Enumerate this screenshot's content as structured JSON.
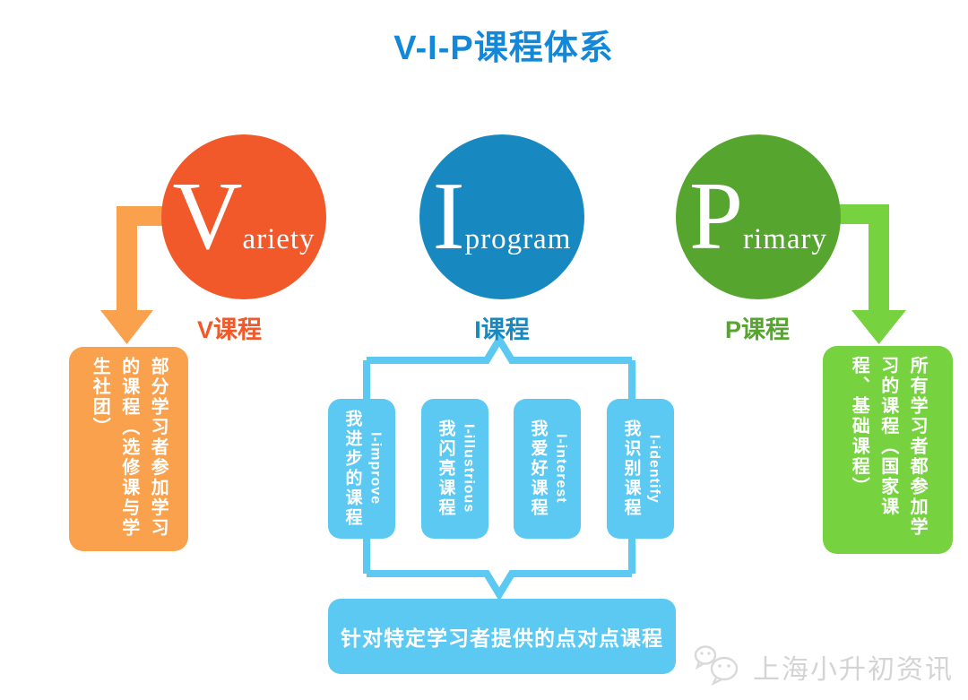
{
  "title": "V-I-P课程体系",
  "colors": {
    "title_blue": "#1488D8",
    "v_circle": "#F1592A",
    "v_accent": "#F9A14C",
    "i_circle": "#1789C0",
    "i_accent": "#5CC9F3",
    "p_circle": "#56A52F",
    "p_accent": "#77D240",
    "watermark_gray": "#D4D4D4"
  },
  "v_branch": {
    "big_letter": "V",
    "letter_rest": "ariety",
    "label": "V课程",
    "box_text": "部分学习者参加学习的课程（选修课与学生社团）"
  },
  "i_branch": {
    "big_letter": "I",
    "letter_rest": "program",
    "label": "I课程",
    "subcourses": [
      {
        "en": "I-improve",
        "zh": "我进步的课程"
      },
      {
        "en": "I-illustrious",
        "zh": "我闪亮课程"
      },
      {
        "en": "I-interest",
        "zh": "我爱好课程"
      },
      {
        "en": "I-identify",
        "zh": "我识别课程"
      }
    ],
    "summary_box_text": "针对特定学习者提供的点对点课程"
  },
  "p_branch": {
    "big_letter": "P",
    "letter_rest": "rimary",
    "label": "P课程",
    "box_text": "所有学习者都参加学习的课程（国家课程、基础课程）"
  },
  "watermark": {
    "text": "上海小升初资讯",
    "icon": "wechat-icon"
  }
}
